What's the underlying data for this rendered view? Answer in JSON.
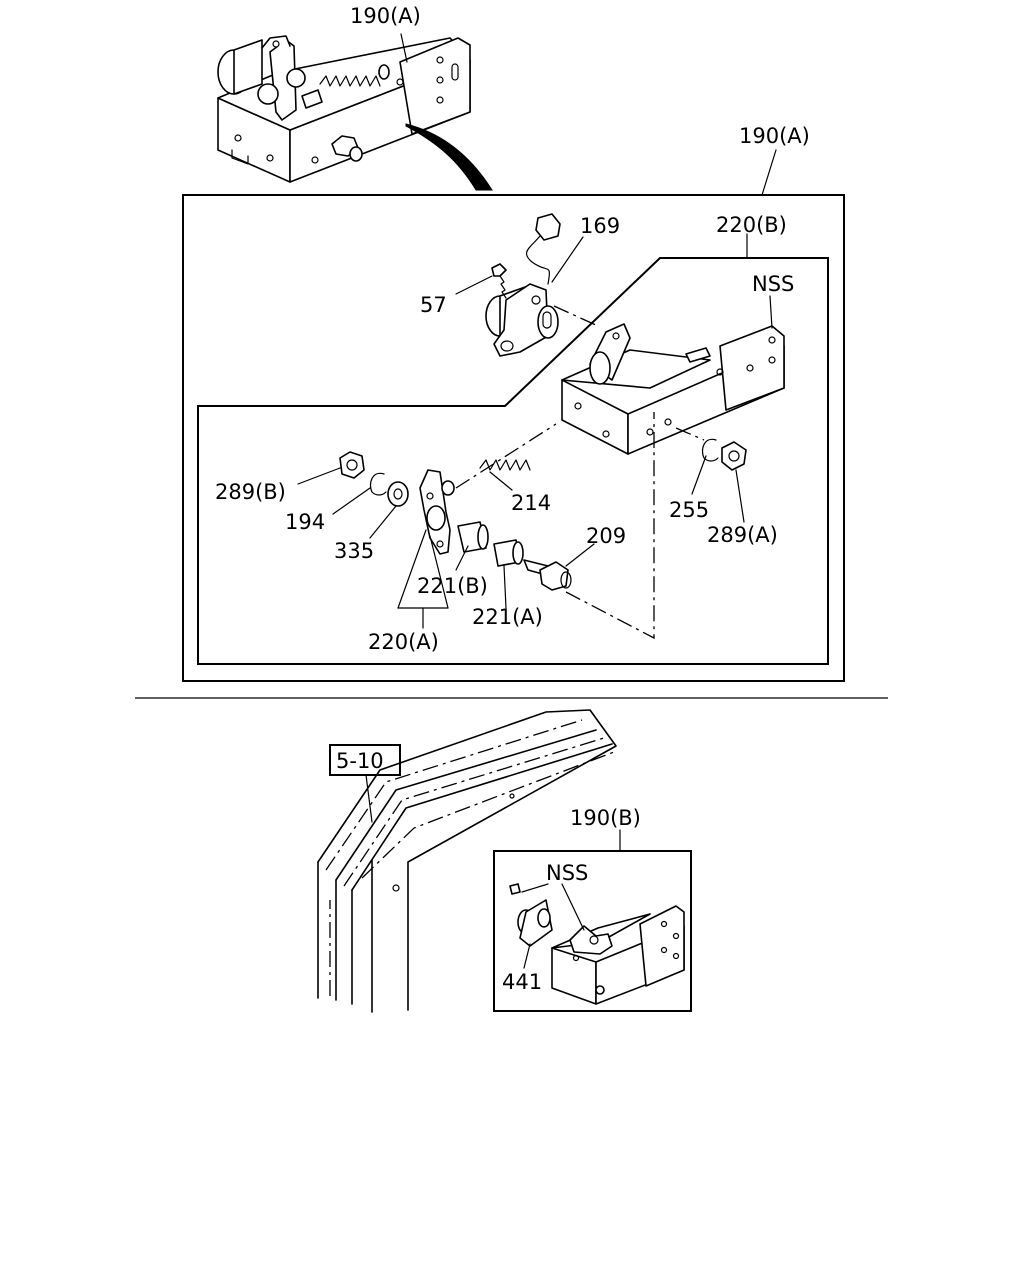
{
  "callouts": {
    "top_assembly": "190(A)",
    "main_box_ref": "190(A)",
    "bracket_b": "220(B)",
    "bracket_nss": "NSS",
    "sensor": "169",
    "screw": "57",
    "spring": "214",
    "nut_b": "289(B)",
    "clip_194": "194",
    "washer_335": "335",
    "clip_255": "255",
    "nut_a": "289(A)",
    "bolt_209": "209",
    "bush_b": "221(B)",
    "bush_a": "221(A)",
    "lever_a": "220(A)",
    "ref_section": "5-10",
    "lower_assembly": "190(B)",
    "lower_nss": "NSS",
    "lower_part": "441"
  }
}
